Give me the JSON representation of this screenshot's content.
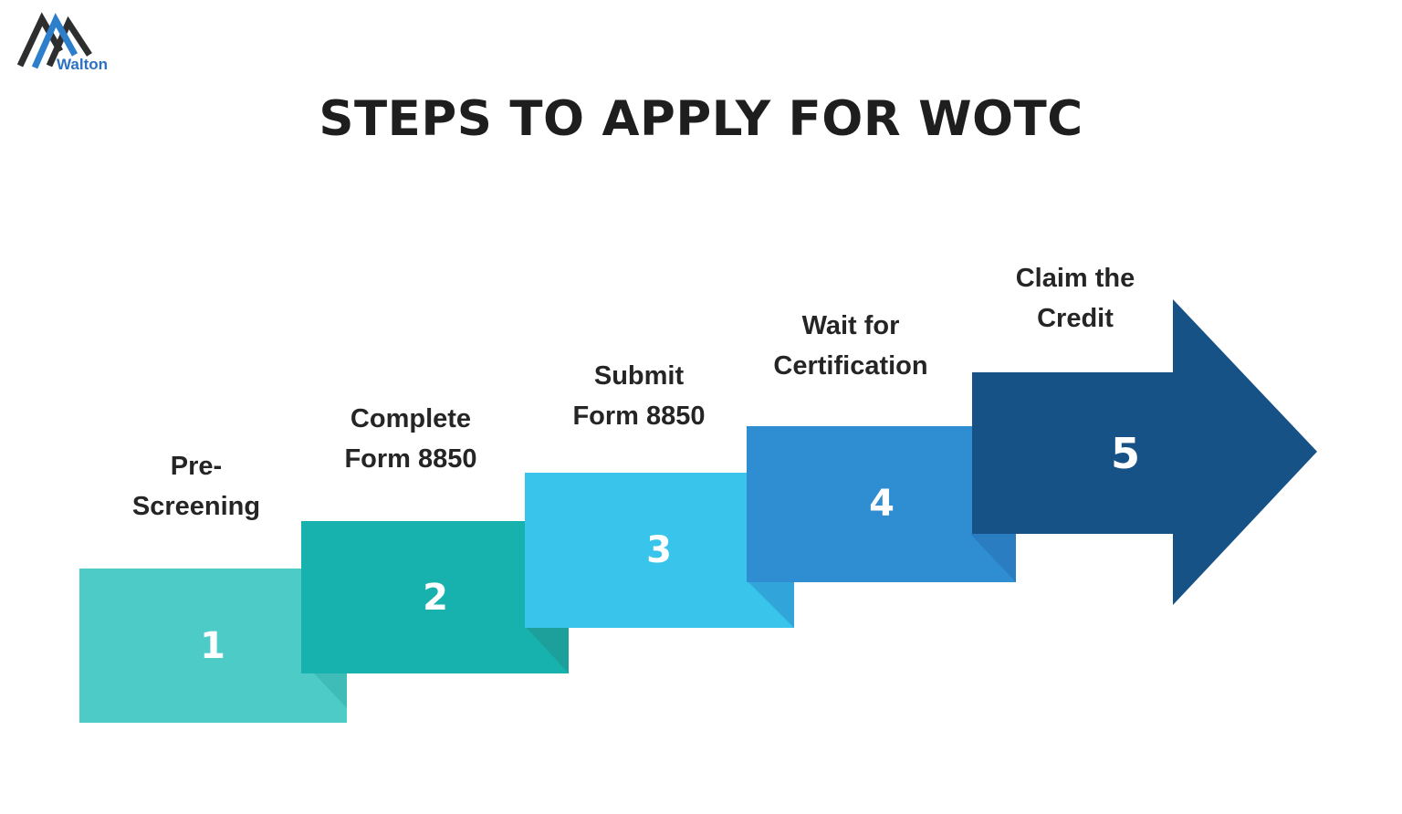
{
  "page": {
    "background": "#ffffff"
  },
  "logo": {
    "brand": "Walton",
    "peak_dark_color": "#2e2e2e",
    "peak_blue_color": "#2e7fcb",
    "text_color": "#2b72c4"
  },
  "title": {
    "text": "STEPS TO APPLY FOR WOTC",
    "color": "#1e1e1e"
  },
  "steps": [
    {
      "number": "1",
      "label": "Pre-\nScreening",
      "color": "#4ccbc7",
      "fold_color": "#3fbcb7"
    },
    {
      "number": "2",
      "label": "Complete\nForm 8850",
      "color": "#18b2ae",
      "fold_color": "#1da09b"
    },
    {
      "number": "3",
      "label": "Submit\nForm 8850",
      "color": "#39c4ec",
      "fold_color": "#31a5da"
    },
    {
      "number": "4",
      "label": "Wait for\nCertification",
      "color": "#2f8dd2",
      "fold_color": "#2a7dc0"
    },
    {
      "number": "5",
      "label": "Claim the\nCredit",
      "color": "#175287",
      "fold_color": null
    }
  ],
  "arrow": {
    "color": "#175287"
  }
}
